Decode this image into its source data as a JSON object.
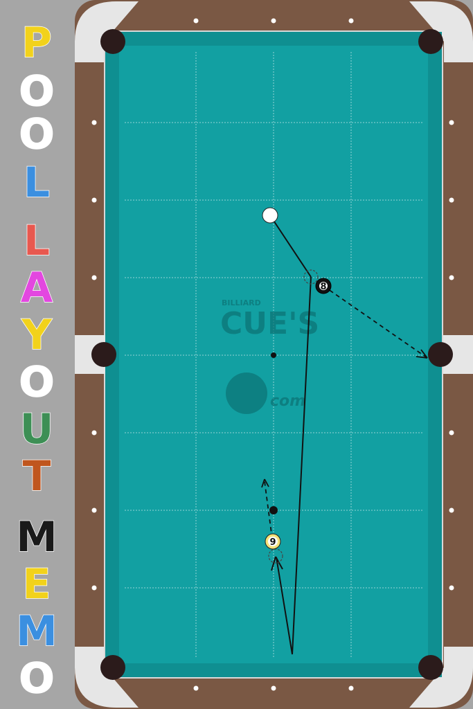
{
  "title_letters": [
    {
      "char": "P",
      "color": "#f2d21b"
    },
    {
      "char": "O",
      "color": "#ffffff"
    },
    {
      "char": "O",
      "color": "#ffffff"
    },
    {
      "char": "L",
      "color": "#3b8fe0"
    },
    {
      "char": "L",
      "color": "#e8584f"
    },
    {
      "char": "A",
      "color": "#e347e0"
    },
    {
      "char": "Y",
      "color": "#f2d21b"
    },
    {
      "char": "O",
      "color": "#ffffff"
    },
    {
      "char": "U",
      "color": "#3d8f55"
    },
    {
      "char": "T",
      "color": "#c0561e"
    },
    {
      "char": "M",
      "color": "#1a1a1a"
    },
    {
      "char": "E",
      "color": "#f2d21b"
    },
    {
      "char": "M",
      "color": "#3b8fe0"
    },
    {
      "char": "O",
      "color": "#ffffff"
    }
  ],
  "colors": {
    "background": "#a6a6a6",
    "rail_wood": "#7a5844",
    "cushion": "#d9d9d9",
    "cloth": "#12a0a2",
    "cloth_edge": "#0f8f91",
    "pocket": "#2b1b1b",
    "line": "#111111",
    "ghost_ball": "#444444"
  },
  "balls": [
    {
      "name": "cue-ball",
      "number": "",
      "fill": "#ffffff"
    },
    {
      "name": "ball-8",
      "number": "8",
      "fill": "#111111"
    },
    {
      "name": "ball-9",
      "number": "9",
      "fill": "#f3e27a"
    }
  ],
  "watermark": {
    "small": "BILLIARD",
    "big": "CUE'S",
    "com": "com"
  }
}
